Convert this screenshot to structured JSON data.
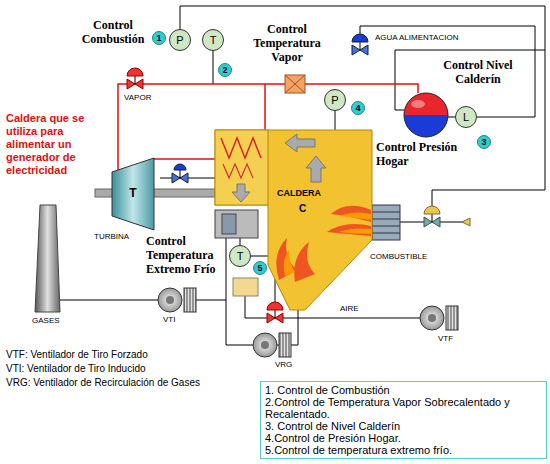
{
  "diagram": {
    "nodes": [
      {
        "text": [
          "P"
        ]
      },
      {
        "text": [
          "T"
        ]
      },
      {
        "text": [
          "P"
        ]
      },
      {
        "text": [
          "L"
        ]
      },
      {
        "text": [
          "T",
          "TURBINA"
        ]
      },
      {
        "text": [
          "CALDERA",
          "C"
        ]
      },
      {
        "text": [
          "T"
        ]
      },
      {
        "text": [
          "1. Control de Combustión",
          "2.Control de Temperatura Vapor Sobrecalentado y Recalentado.",
          "3. Control de Nivel Calderín",
          "4.Control de Presión Hogar.",
          "5.Control de temperatura extremo frío."
        ]
      }
    ],
    "edges": [
      {
        "from": 5,
        "to": 4,
        "arrow": "none"
      },
      {
        "from": 2,
        "to": 5,
        "arrow": "none"
      }
    ],
    "labels": [
      "Control Combustión",
      "Control Temperatura Vapor",
      "AGUA ALIMENTACION",
      "Control Nivel Calderín",
      "VAPOR",
      "Caldera que se utiliza para alimentar un generador de electricidad",
      "Control Presión Hogar",
      "Control Temperatura Extremo Frío",
      "COMBUSTIBLE",
      "AIRE",
      "GASES",
      "VTI",
      "VRG",
      "VTF",
      "1",
      "2",
      "3",
      "4",
      "5",
      "VTF: Ventilador de Tiro Forzado",
      "VTI: Ventilador de Tiro Inducido",
      "VRG: Ventilador de Recirculación de Gases"
    ]
  }
}
